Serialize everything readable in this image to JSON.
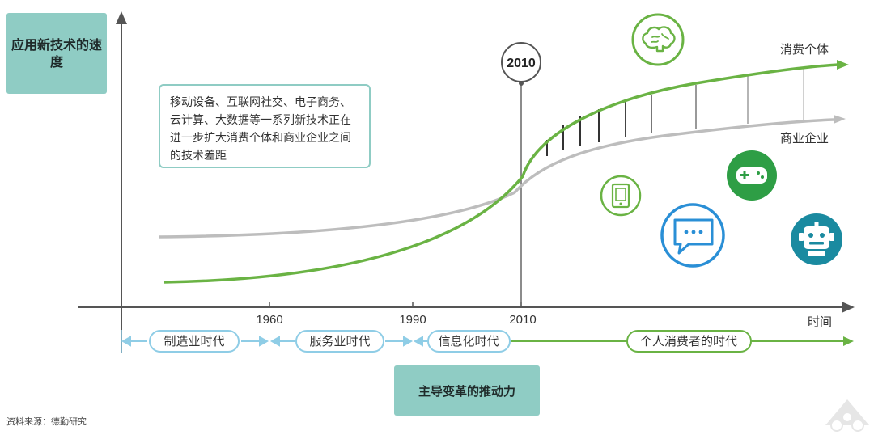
{
  "y_axis_title": "应用新技术的速度",
  "x_axis_title": "时间",
  "years": [
    "1960",
    "1990",
    "2010"
  ],
  "marker_2010": "2010",
  "note": "移动设备、互联网社交、电子商务、云计算、大数据等一系列新技术正在进一步扩大消费个体和商业企业之间的技术差距",
  "curves": {
    "consumer": {
      "label": "消费个体",
      "color": "#6ab344"
    },
    "business": {
      "label": "商业企业",
      "color": "#bdbdbd"
    }
  },
  "eras": [
    {
      "label": "制造业时代"
    },
    {
      "label": "服务业时代"
    },
    {
      "label": "信息化时代"
    },
    {
      "label": "个人消费者的时代"
    }
  ],
  "driver": "主导变革的推动力",
  "source": "资料来源：德勤研究",
  "icons": [
    {
      "name": "brain-icon",
      "color": "#6ab344"
    },
    {
      "name": "gamepad-icon",
      "color": "#2e9e45"
    },
    {
      "name": "tablet-icon",
      "color": "#6ab344"
    },
    {
      "name": "chat-icon",
      "color": "#2a8fd6"
    },
    {
      "name": "robot-icon",
      "color": "#1a8aa0"
    }
  ],
  "colors": {
    "teal": "#8fccc4",
    "axis": "#555555",
    "era_arrow": "#8fcde6",
    "consumer_arrow": "#6ab344"
  }
}
